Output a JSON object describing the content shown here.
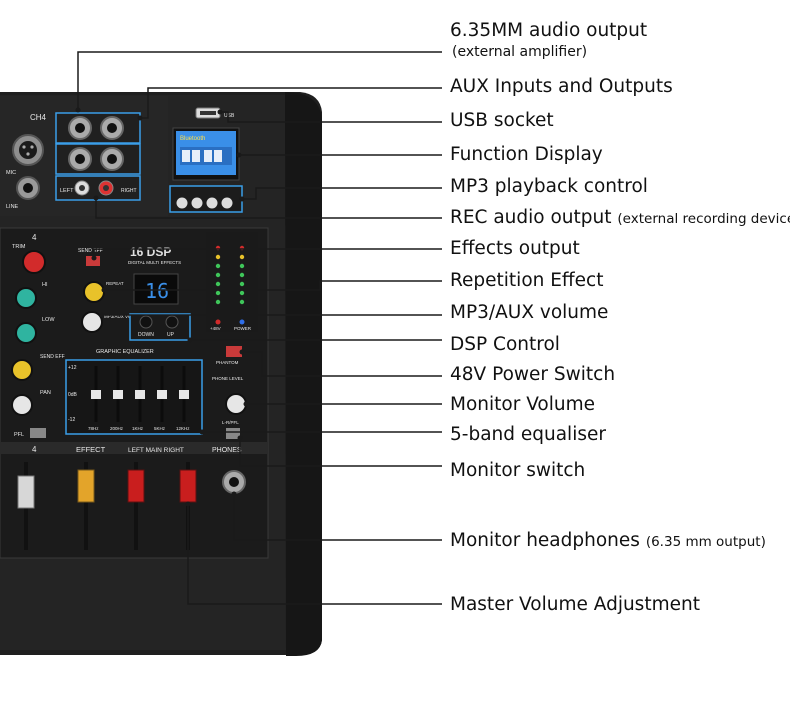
{
  "callouts": [
    {
      "id": "audio-output",
      "label": "6.35MM audio output",
      "note": "(external amplifier)"
    },
    {
      "id": "aux-io",
      "label": "AUX Inputs and Outputs"
    },
    {
      "id": "usb-socket",
      "label": "USB socket"
    },
    {
      "id": "function-display",
      "label": "Function Display"
    },
    {
      "id": "mp3-control",
      "label": "MP3 playback control"
    },
    {
      "id": "rec-output",
      "label": "REC audio output",
      "note": "(external recording device)"
    },
    {
      "id": "effects-output",
      "label": "Effects output"
    },
    {
      "id": "repetition-effect",
      "label": "Repetition Effect"
    },
    {
      "id": "mp3-aux-volume",
      "label": "MP3/AUX volume"
    },
    {
      "id": "dsp-control",
      "label": "DSP Control"
    },
    {
      "id": "phantom-switch",
      "label": "48V Power Switch"
    },
    {
      "id": "monitor-volume",
      "label": "Monitor Volume"
    },
    {
      "id": "equaliser",
      "label": "5-band equaliser"
    },
    {
      "id": "monitor-switch",
      "label": "Monitor switch"
    },
    {
      "id": "headphones",
      "label": "Monitor headphones",
      "note": "(6.35 mm output)"
    },
    {
      "id": "master-volume",
      "label": "Master Volume Adjustment"
    }
  ],
  "panel": {
    "ch4_label": "CH4",
    "mic_label": "MIC",
    "line_label": "LINE",
    "trim_label": "TRIM",
    "channel_number": "4",
    "hi_label": "HI",
    "low_label": "LOW",
    "send_eff_label": "SEND EFF",
    "pan_label": "PAN",
    "pfl_label": "PFL",
    "dsp_title": "16 DSP",
    "dsp_subtitle": "DIGITAL MULTI EFFECTS",
    "send_eff_top": "SEND EFF",
    "repeat_label": "REPEAT",
    "mp3_vol_label": "MP3/AUX VOL",
    "dsp_display": "16",
    "down_label": "DOWN",
    "up_label": "UP",
    "geq_title": "GRAPHIC EQUALIZER",
    "geq_bands": [
      "78Hz",
      "200Hz",
      "1KHz",
      "5KHz",
      "12KHz"
    ],
    "geq_plus": "+12",
    "geq_zero": "0dB",
    "geq_minus": "-12",
    "phantom_label": "PHANTOM",
    "phone_level_label": "PHONE LEVEL",
    "lr_pfl_label": "L-R/PFL",
    "phones_label": "PHONES",
    "effect_label": "EFFECT",
    "main_label": "LEFT MAIN RIGHT",
    "meter_48v": "+48V",
    "meter_power": "POWER",
    "aux_left": "LEFT",
    "aux_right": "RIGHT",
    "usb_text": "USB",
    "display_brand": "Bluetooth"
  },
  "colors": {
    "panel": "#1c1c1c",
    "line": "#1a1a1a",
    "highlight_box": "#3a9ee8",
    "knob_red": "#d22b2b",
    "knob_yellow": "#e8c22a",
    "knob_teal": "#2fb4a0",
    "fader_red": "#c91e1e",
    "fader_yellow": "#e3a42a",
    "lcd_blue": "#3a8fe8"
  }
}
